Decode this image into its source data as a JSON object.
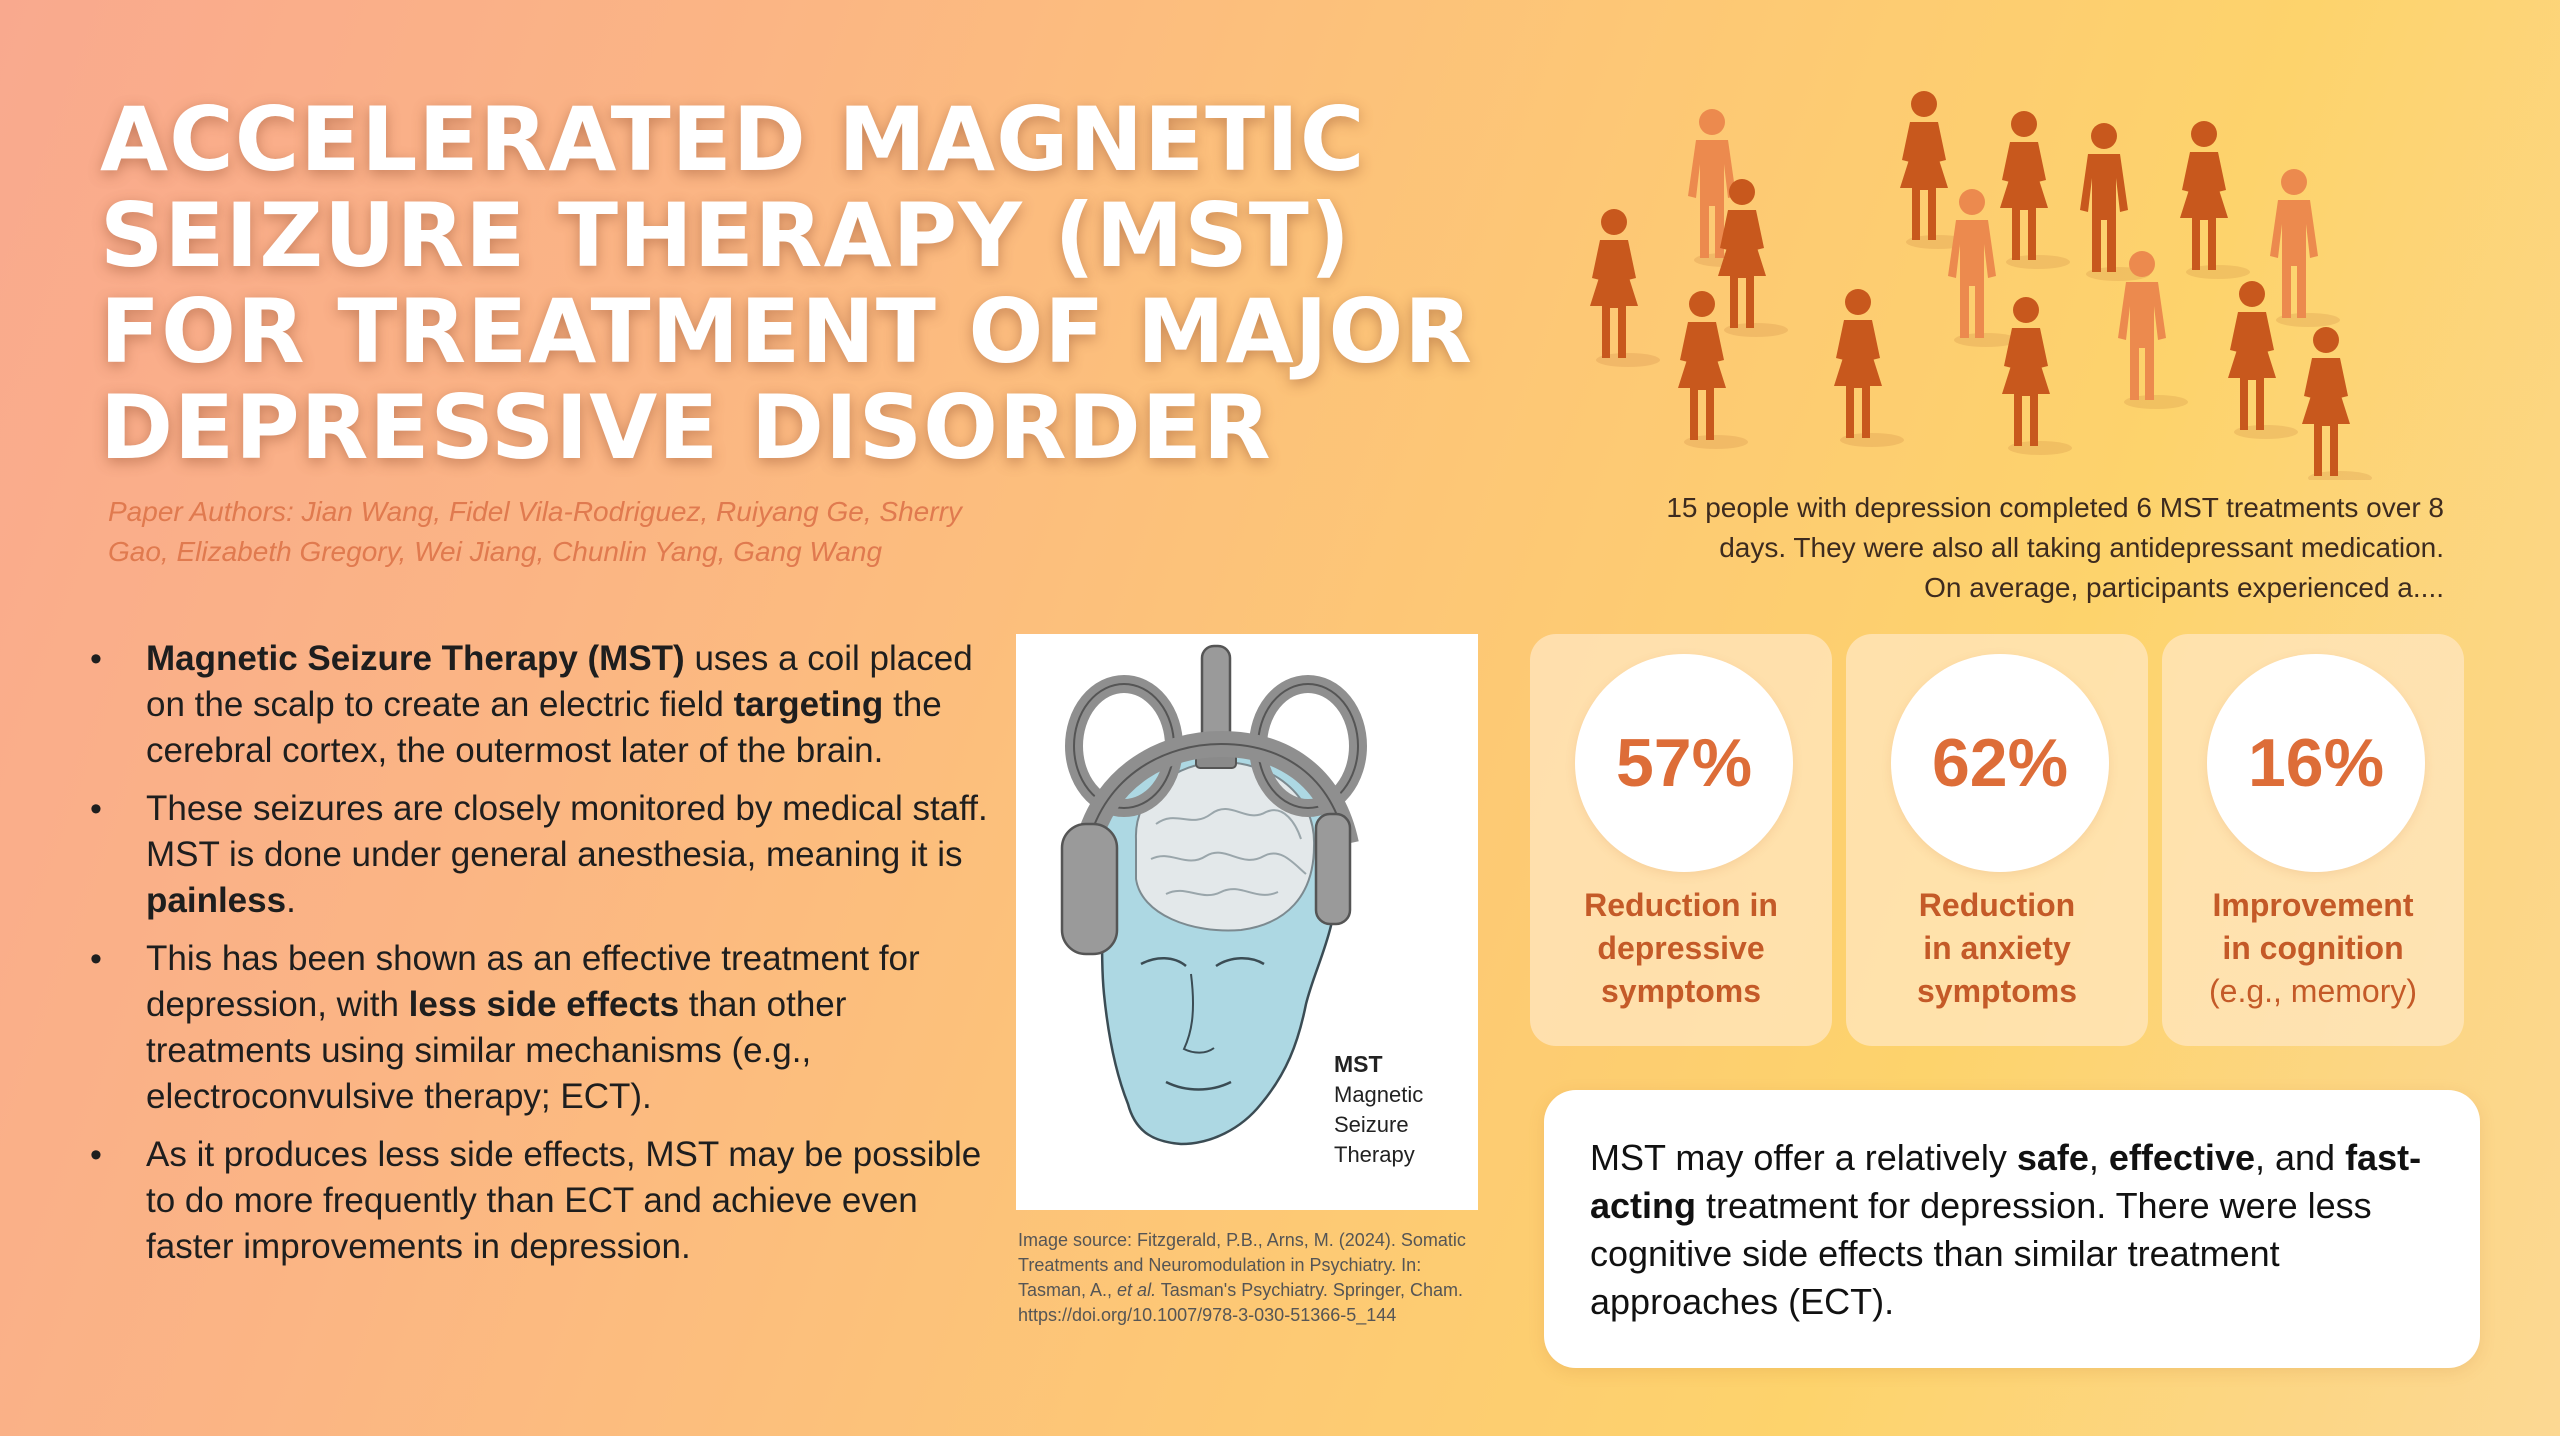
{
  "title": {
    "line1": "ACCELERATED MAGNETIC",
    "line2": "SEIZURE THERAPY (MST)",
    "line3": "FOR TREATMENT OF MAJOR",
    "line4": "DEPRESSIVE DISORDER"
  },
  "authors": "Paper Authors: Jian Wang, Fidel Vila-Rodriguez, Ruiyang Ge, Sherry Gao, Elizabeth Gregory, Wei Jiang, Chunlin Yang, Gang Wang",
  "bullets": [
    {
      "b1": "Magnetic Seizure Therapy (MST)",
      "t1": " uses a coil placed on the scalp to create an electric field ",
      "b2": "targeting",
      "t2": " the cerebral cortex, the outermost later of the brain."
    },
    {
      "t1": "These seizures are closely monitored by medical staff. MST is done under general anesthesia, meaning it is ",
      "b1": "painless",
      "t2": "."
    },
    {
      "t1": "This has been shown as an effective treatment for depression, with ",
      "b1": "less side effects",
      "t2": " than other treatments using similar mechanisms (e.g., electroconvulsive therapy; ECT)."
    },
    {
      "t1": "As it produces less side effects, MST may be possible to do more frequently than ECT and achieve even faster improvements in depression."
    }
  ],
  "figure": {
    "label_bold": "MST",
    "label_line1": "Magnetic",
    "label_line2": "Seizure",
    "label_line3": "Therapy"
  },
  "credit": {
    "part1": "Image source: Fitzgerald, P.B., Arns, M. (2024). Somatic Treatments and Neuromodulation in Psychiatry. In: Tasman, A., ",
    "italic": "et al.",
    "part2": " Tasman's Psychiatry. Springer, Cham. https://doi.org/10.1007/978-3-030-51366-5_144"
  },
  "study": {
    "line1": "15 people with depression completed 6 MST treatments over 8",
    "line2": "days. They were also all taking antidepressant medication.",
    "line3": "On average, participants experienced a...."
  },
  "stats": [
    {
      "value": "57%",
      "line1": "Reduction in",
      "line2": "depressive",
      "line3": "symptoms"
    },
    {
      "value": "62%",
      "line1": "Reduction",
      "line2": "in anxiety",
      "line3": "symptoms"
    },
    {
      "value": "16%",
      "line1": "Improvement",
      "line2": "in cognition",
      "line3": "(e.g., memory)"
    }
  ],
  "conclusion": {
    "t1": "MST may offer a relatively ",
    "b1": "safe",
    "t2": ", ",
    "b2": "effective",
    "t3": ", and ",
    "b3": "fast-acting",
    "t4": " treatment for depression. There were less cognitive side effects than similar treatment approaches (ECT)."
  },
  "colors": {
    "accent": "#dd6d38",
    "person_dark": "#c8581d",
    "person_light": "#ec8a4e",
    "author_text": "#e07a4f"
  },
  "icons": [
    "person-icon",
    "head-coil-illustration"
  ]
}
